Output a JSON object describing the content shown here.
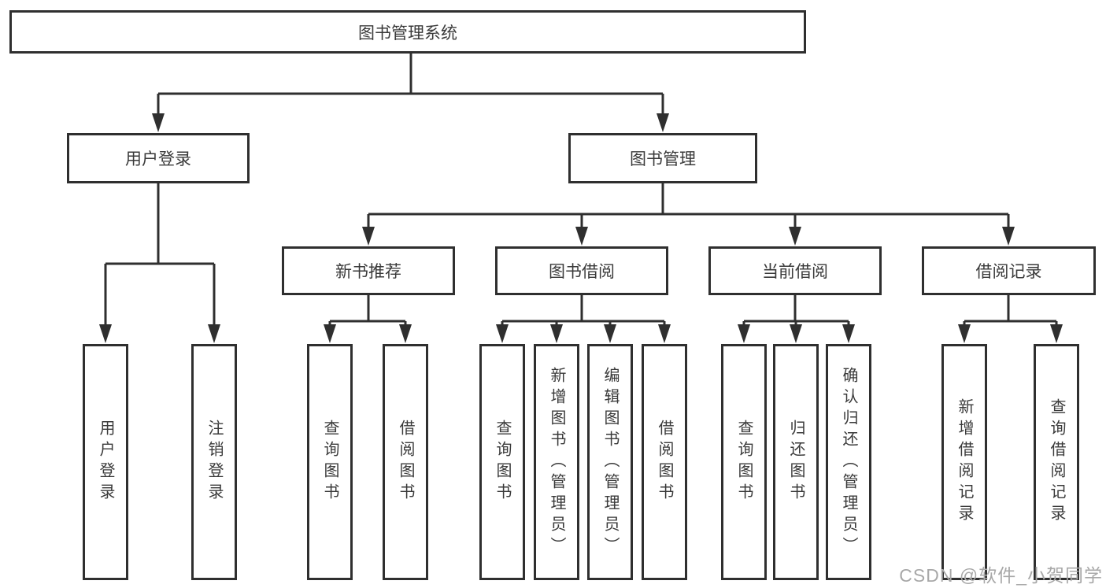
{
  "diagram": {
    "title_node": {
      "label": "图书管理系统"
    },
    "branches": {
      "user": {
        "label": "用户登录",
        "children": [
          "用户登录",
          "注销登录"
        ]
      },
      "book": {
        "label": "图书管理"
      }
    },
    "modules": [
      {
        "label": "新书推荐",
        "children": [
          "查询图书",
          "借阅图书"
        ]
      },
      {
        "label": "图书借阅",
        "children": [
          "查询图书",
          "新增图书（管理员）",
          "编辑图书（管理员）",
          "借阅图书"
        ]
      },
      {
        "label": "当前借阅",
        "children": [
          "查询图书",
          "归还图书",
          "确认归还（管理员）"
        ]
      },
      {
        "label": "借阅记录",
        "children": [
          "新增借阅记录",
          "查询借阅记录"
        ]
      }
    ]
  },
  "watermark": {
    "text": "CSDN @软件_小贺同学"
  },
  "colors": {
    "line": "#2f2f2f",
    "text": "#3a3a3a",
    "box_fill": "#ffffff",
    "background": "#ffffff",
    "watermark": "#a8a8a8"
  }
}
